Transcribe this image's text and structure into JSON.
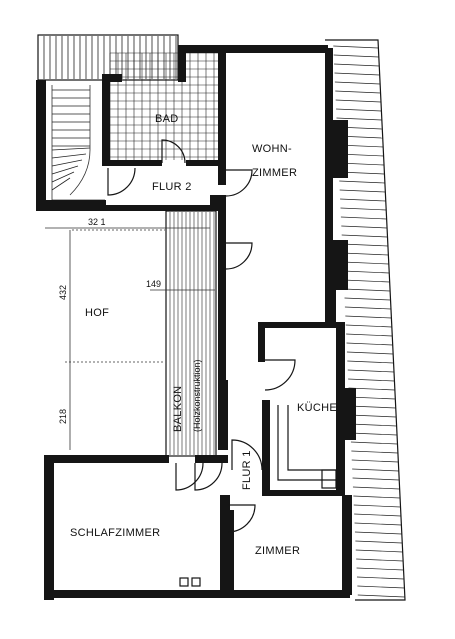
{
  "plan": {
    "rooms": {
      "bad": "BAD",
      "wohnzimmer_line1": "WOHN-",
      "wohnzimmer_line2": "ZIMMER",
      "flur2": "FLUR 2",
      "hof": "HOF",
      "balkon_line1": "BALKON",
      "balkon_line2": "(Holzkonstruktion)",
      "kueche": "KÜCHE",
      "flur1": "FLUR 1",
      "schlafzimmer": "SCHLAFZIMMER",
      "zimmer": "ZIMMER"
    },
    "dimensions": {
      "d321": "32 1",
      "d432": "432",
      "d149": "149",
      "d218": "218"
    }
  }
}
